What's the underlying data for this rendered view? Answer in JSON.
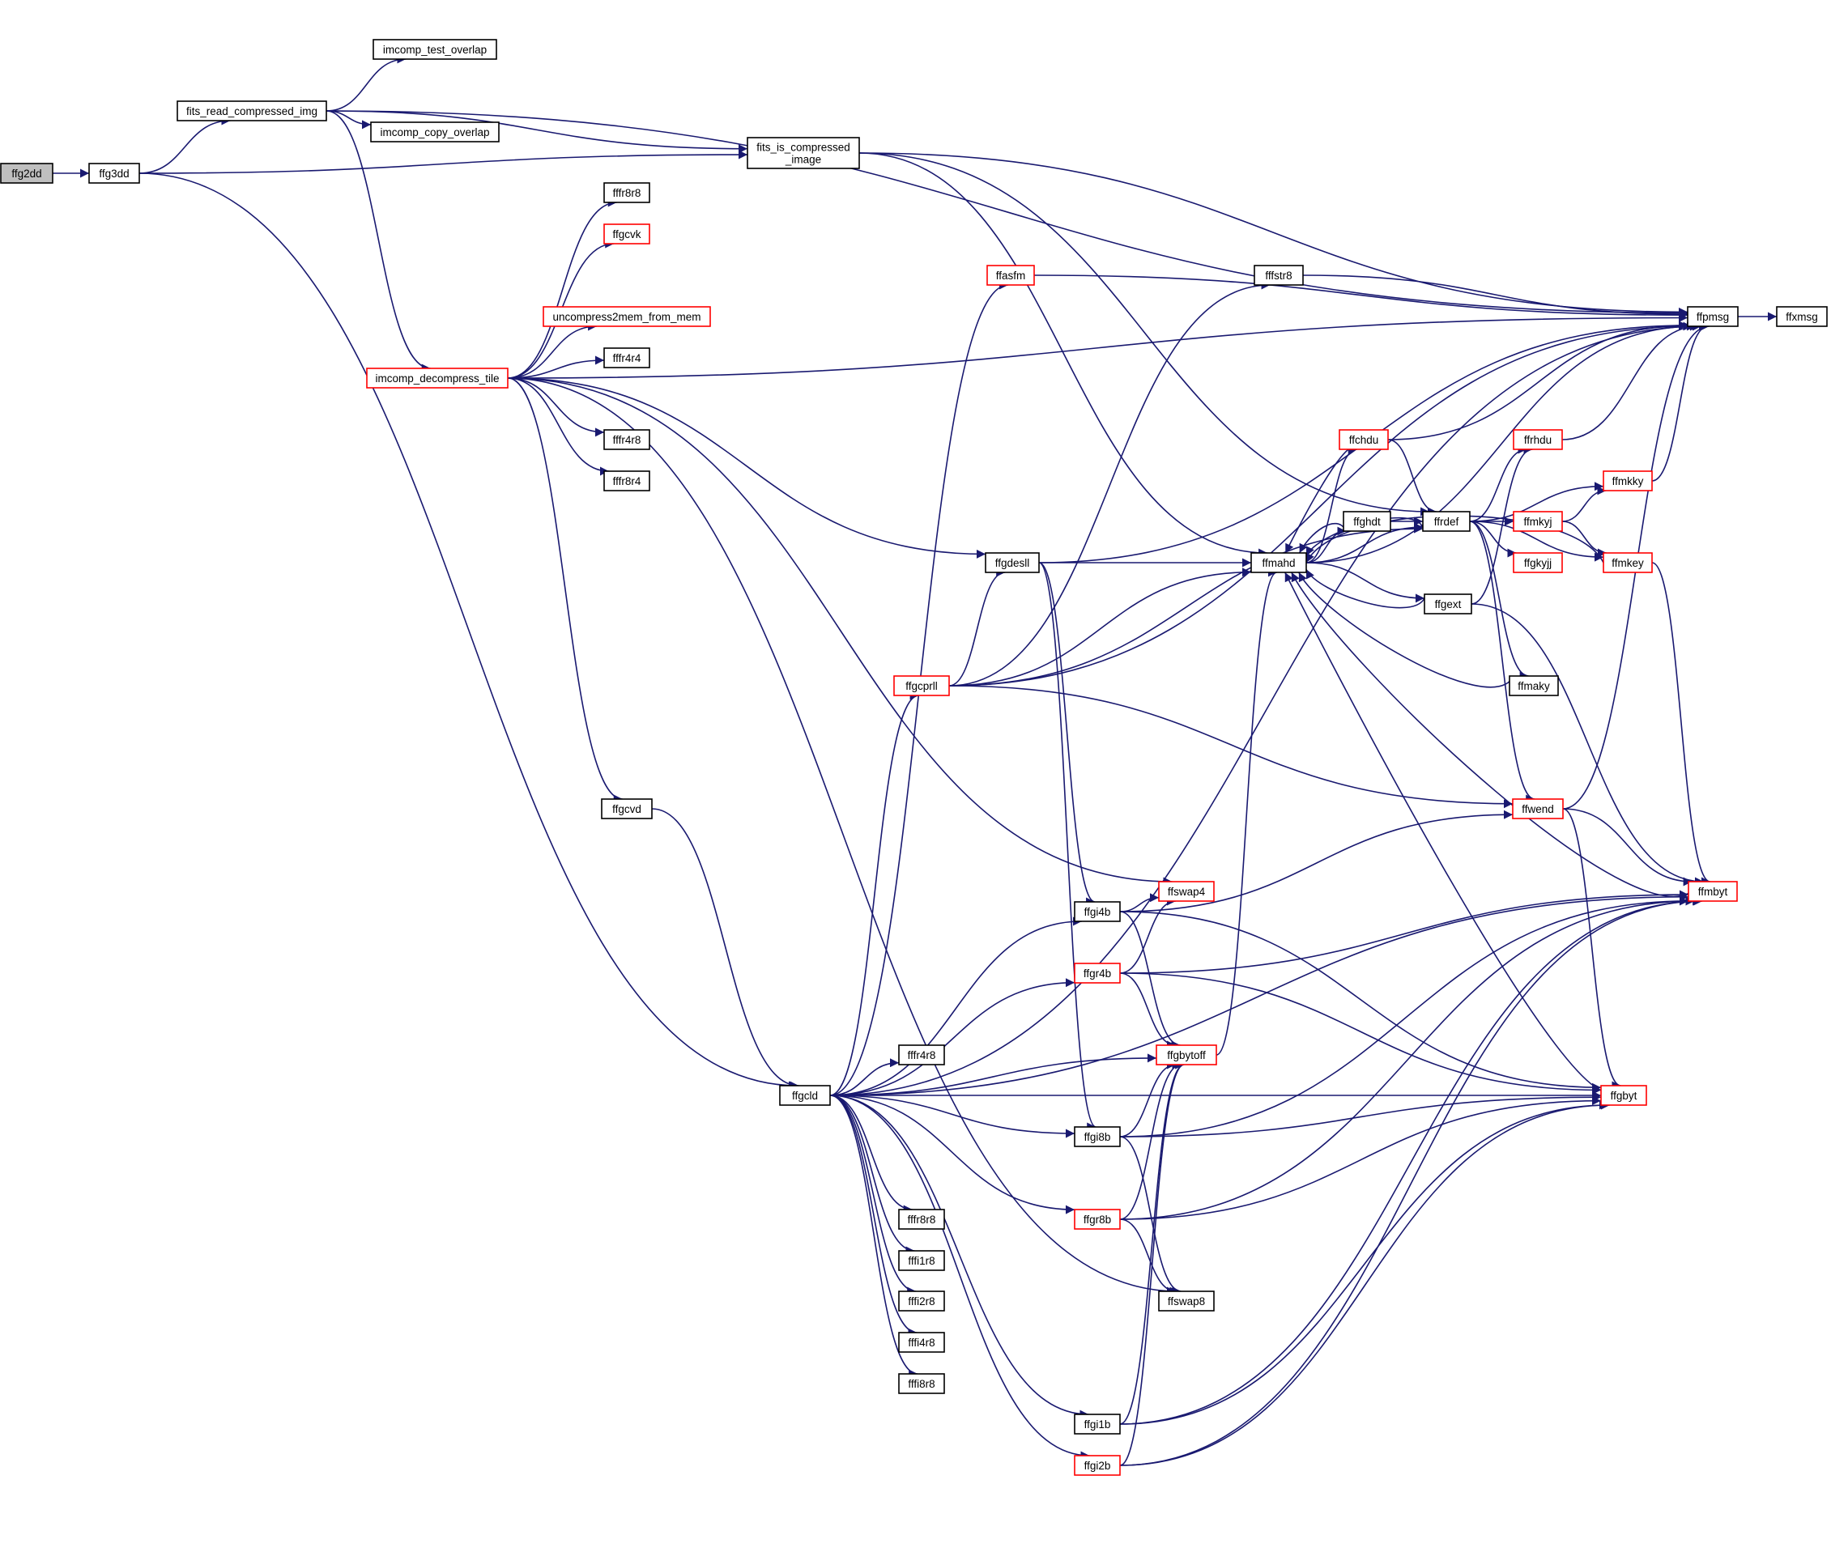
{
  "colors": {
    "edge": "#191970",
    "node_border": "#000000",
    "node_border_truncated": "#ff0000",
    "node_fill": "#ffffff",
    "root_fill": "#bfbfbf"
  },
  "nodes": [
    {
      "id": "ffg2dd",
      "label": "ffg2dd",
      "style": "root"
    },
    {
      "id": "ffg3dd",
      "label": "ffg3dd",
      "style": "normal"
    },
    {
      "id": "fits_read_compressed_img",
      "label": "fits_read_compressed_img",
      "style": "normal"
    },
    {
      "id": "imcomp_test_overlap",
      "label": "imcomp_test_overlap",
      "style": "normal"
    },
    {
      "id": "imcomp_copy_overlap",
      "label": "imcomp_copy_overlap",
      "style": "normal"
    },
    {
      "id": "fits_is_compressed_image",
      "label": "fits_is_compressed\n_image",
      "style": "normal"
    },
    {
      "id": "fffr8r8_a",
      "label": "fffr8r8",
      "style": "normal"
    },
    {
      "id": "ffgcvk",
      "label": "ffgcvk",
      "style": "truncated"
    },
    {
      "id": "uncompress2mem_from_mem",
      "label": "uncompress2mem_from_mem",
      "style": "truncated"
    },
    {
      "id": "imcomp_decompress_tile",
      "label": "imcomp_decompress_tile",
      "style": "truncated"
    },
    {
      "id": "fffr4r4",
      "label": "fffr4r4",
      "style": "normal"
    },
    {
      "id": "fffr4r8_a",
      "label": "fffr4r8",
      "style": "normal"
    },
    {
      "id": "fffr8r4",
      "label": "fffr8r4",
      "style": "normal"
    },
    {
      "id": "ffgcvd",
      "label": "ffgcvd",
      "style": "normal"
    },
    {
      "id": "ffgcld",
      "label": "ffgcld",
      "style": "normal"
    },
    {
      "id": "ffasfm",
      "label": "ffasfm",
      "style": "truncated"
    },
    {
      "id": "fffstr8",
      "label": "fffstr8",
      "style": "normal"
    },
    {
      "id": "ffpmsg",
      "label": "ffpmsg",
      "style": "normal"
    },
    {
      "id": "ffxmsg",
      "label": "ffxmsg",
      "style": "normal"
    },
    {
      "id": "ffgdesll",
      "label": "ffgdesll",
      "style": "normal"
    },
    {
      "id": "ffcprll",
      "label": "ffgcprll",
      "style": "truncated"
    },
    {
      "id": "ffmahd",
      "label": "ffmahd",
      "style": "normal"
    },
    {
      "id": "ffchdu",
      "label": "ffchdu",
      "style": "truncated"
    },
    {
      "id": "ffghdt",
      "label": "ffghdt",
      "style": "normal"
    },
    {
      "id": "ffrdef",
      "label": "ffrdef",
      "style": "normal"
    },
    {
      "id": "ffrhdu",
      "label": "ffrhdu",
      "style": "truncated"
    },
    {
      "id": "ffmkky",
      "label": "ffmkky",
      "style": "truncated"
    },
    {
      "id": "ffmkyj",
      "label": "ffmkyj",
      "style": "truncated"
    },
    {
      "id": "ffgkyjj",
      "label": "ffgkyjj",
      "style": "truncated"
    },
    {
      "id": "ffmkey",
      "label": "ffmkey",
      "style": "truncated"
    },
    {
      "id": "ffgext",
      "label": "ffgext",
      "style": "normal"
    },
    {
      "id": "ffmaky",
      "label": "ffmaky",
      "style": "normal"
    },
    {
      "id": "ffwend",
      "label": "ffwend",
      "style": "truncated"
    },
    {
      "id": "ffmbyt",
      "label": "ffmbyt",
      "style": "truncated"
    },
    {
      "id": "ffgi4b",
      "label": "ffgi4b",
      "style": "normal"
    },
    {
      "id": "ffswap4",
      "label": "ffswap4",
      "style": "truncated"
    },
    {
      "id": "ffgr4b",
      "label": "ffgr4b",
      "style": "truncated"
    },
    {
      "id": "ffgbytoff",
      "label": "ffgbytoff",
      "style": "truncated"
    },
    {
      "id": "fffr4r8_b",
      "label": "fffr4r8",
      "style": "normal"
    },
    {
      "id": "ffgbyt",
      "label": "ffgbyt",
      "style": "truncated"
    },
    {
      "id": "ffgi8b",
      "label": "ffgi8b",
      "style": "normal"
    },
    {
      "id": "fffr8r8_b",
      "label": "fffr8r8",
      "style": "normal"
    },
    {
      "id": "ffgr8b",
      "label": "ffgr8b",
      "style": "truncated"
    },
    {
      "id": "fffi1r8",
      "label": "fffi1r8",
      "style": "normal"
    },
    {
      "id": "fffi2r8",
      "label": "fffi2r8",
      "style": "normal"
    },
    {
      "id": "ffswap8",
      "label": "ffswap8",
      "style": "normal"
    },
    {
      "id": "fffi4r8",
      "label": "fffi4r8",
      "style": "normal"
    },
    {
      "id": "fffi8r8",
      "label": "fffi8r8",
      "style": "normal"
    },
    {
      "id": "ffgi1b",
      "label": "ffgi1b",
      "style": "normal"
    },
    {
      "id": "ffgi2b",
      "label": "ffgi2b",
      "style": "truncated"
    }
  ],
  "edges": [
    [
      "ffg2dd",
      "ffg3dd"
    ],
    [
      "ffg3dd",
      "fits_read_compressed_img"
    ],
    [
      "ffg3dd",
      "fits_is_compressed_image"
    ],
    [
      "ffg3dd",
      "ffgcld"
    ],
    [
      "fits_read_compressed_img",
      "imcomp_test_overlap"
    ],
    [
      "fits_read_compressed_img",
      "imcomp_copy_overlap"
    ],
    [
      "fits_read_compressed_img",
      "fits_is_compressed_image"
    ],
    [
      "fits_read_compressed_img",
      "imcomp_decompress_tile"
    ],
    [
      "fits_read_compressed_img",
      "ffpmsg"
    ],
    [
      "fits_is_compressed_image",
      "ffpmsg"
    ],
    [
      "fits_is_compressed_image",
      "ffrdef"
    ],
    [
      "fits_is_compressed_image",
      "ffmahd"
    ],
    [
      "imcomp_decompress_tile",
      "fffr8r8_a"
    ],
    [
      "imcomp_decompress_tile",
      "ffgcvk"
    ],
    [
      "imcomp_decompress_tile",
      "uncompress2mem_from_mem"
    ],
    [
      "imcomp_decompress_tile",
      "fffr4r4"
    ],
    [
      "imcomp_decompress_tile",
      "fffr4r8_a"
    ],
    [
      "imcomp_decompress_tile",
      "fffr8r4"
    ],
    [
      "imcomp_decompress_tile",
      "ffgcvd"
    ],
    [
      "imcomp_decompress_tile",
      "ffpmsg"
    ],
    [
      "imcomp_decompress_tile",
      "ffgdesll"
    ],
    [
      "imcomp_decompress_tile",
      "ffswap4"
    ],
    [
      "imcomp_decompress_tile",
      "ffswap8"
    ],
    [
      "ffgcvd",
      "ffgcld"
    ],
    [
      "ffgcld",
      "ffasfm"
    ],
    [
      "ffgcld",
      "ffpmsg"
    ],
    [
      "ffgcld",
      "ffcprll"
    ],
    [
      "ffgcld",
      "ffgi4b"
    ],
    [
      "ffgcld",
      "ffgr4b"
    ],
    [
      "ffgcld",
      "ffgbytoff"
    ],
    [
      "ffgcld",
      "fffr4r8_b"
    ],
    [
      "ffgcld",
      "ffgbyt"
    ],
    [
      "ffgcld",
      "ffgi8b"
    ],
    [
      "ffgcld",
      "ffgr8b"
    ],
    [
      "ffgcld",
      "fffr8r8_b"
    ],
    [
      "ffgcld",
      "fffi1r8"
    ],
    [
      "ffgcld",
      "fffi2r8"
    ],
    [
      "ffgcld",
      "fffi4r8"
    ],
    [
      "ffgcld",
      "fffi8r8"
    ],
    [
      "ffgcld",
      "ffgi1b"
    ],
    [
      "ffgcld",
      "ffgi2b"
    ],
    [
      "ffgcld",
      "ffmbyt"
    ],
    [
      "ffasfm",
      "ffpmsg"
    ],
    [
      "fffstr8",
      "ffpmsg"
    ],
    [
      "ffpmsg",
      "ffxmsg"
    ],
    [
      "ffgdesll",
      "ffpmsg"
    ],
    [
      "ffgdesll",
      "ffmahd"
    ],
    [
      "ffgdesll",
      "ffgi4b"
    ],
    [
      "ffgdesll",
      "ffgi8b"
    ],
    [
      "ffcprll",
      "fffstr8"
    ],
    [
      "ffcprll",
      "ffpmsg"
    ],
    [
      "ffcprll",
      "ffgdesll"
    ],
    [
      "ffcprll",
      "ffmahd"
    ],
    [
      "ffcprll",
      "ffrdef"
    ],
    [
      "ffcprll",
      "ffwend"
    ],
    [
      "ffmahd",
      "ffchdu"
    ],
    [
      "ffmahd",
      "ffghdt"
    ],
    [
      "ffmahd",
      "ffrdef"
    ],
    [
      "ffmahd",
      "ffgext"
    ],
    [
      "ffmahd",
      "ffpmsg"
    ],
    [
      "ffchdu",
      "ffmahd"
    ],
    [
      "ffchdu",
      "ffrdef"
    ],
    [
      "ffchdu",
      "ffpmsg"
    ],
    [
      "ffghdt",
      "ffmahd"
    ],
    [
      "ffghdt",
      "ffrdef"
    ],
    [
      "ffrdef",
      "ffmahd"
    ],
    [
      "ffrdef",
      "ffrhdu"
    ],
    [
      "ffrdef",
      "ffmkky"
    ],
    [
      "ffrdef",
      "ffmkyj"
    ],
    [
      "ffrdef",
      "ffgkyjj"
    ],
    [
      "ffrdef",
      "ffmkey"
    ],
    [
      "ffrdef",
      "ffmaky"
    ],
    [
      "ffrdef",
      "ffwend"
    ],
    [
      "ffrhdu",
      "ffpmsg"
    ],
    [
      "ffmkky",
      "ffpmsg"
    ],
    [
      "ffmkyj",
      "ffmkky"
    ],
    [
      "ffmkyj",
      "ffmkey"
    ],
    [
      "ffmkey",
      "ffmahd"
    ],
    [
      "ffmkey",
      "ffmbyt"
    ],
    [
      "ffgext",
      "ffmahd"
    ],
    [
      "ffgext",
      "ffrhdu"
    ],
    [
      "ffgext",
      "ffmbyt"
    ],
    [
      "ffmaky",
      "ffmahd"
    ],
    [
      "ffwend",
      "ffpmsg"
    ],
    [
      "ffwend",
      "ffmbyt"
    ],
    [
      "ffwend",
      "ffgbyt"
    ],
    [
      "ffmbyt",
      "ffmahd"
    ],
    [
      "ffgi4b",
      "ffswap4"
    ],
    [
      "ffgi4b",
      "ffwend"
    ],
    [
      "ffgi4b",
      "ffgbytoff"
    ],
    [
      "ffgi4b",
      "ffgbyt"
    ],
    [
      "ffgr4b",
      "ffswap4"
    ],
    [
      "ffgr4b",
      "ffmbyt"
    ],
    [
      "ffgr4b",
      "ffgbytoff"
    ],
    [
      "ffgr4b",
      "ffgbyt"
    ],
    [
      "ffgbytoff",
      "ffmahd"
    ],
    [
      "ffgbyt",
      "ffmahd"
    ],
    [
      "ffgi8b",
      "ffgbytoff"
    ],
    [
      "ffgi8b",
      "ffgbyt"
    ],
    [
      "ffgi8b",
      "ffmbyt"
    ],
    [
      "ffgi8b",
      "ffswap8"
    ],
    [
      "ffgr8b",
      "ffgbytoff"
    ],
    [
      "ffgr8b",
      "ffgbyt"
    ],
    [
      "ffgr8b",
      "ffmbyt"
    ],
    [
      "ffgr8b",
      "ffswap8"
    ],
    [
      "ffgi1b",
      "ffgbytoff"
    ],
    [
      "ffgi1b",
      "ffgbyt"
    ],
    [
      "ffgi1b",
      "ffmbyt"
    ],
    [
      "ffgi2b",
      "ffgbytoff"
    ],
    [
      "ffgi2b",
      "ffgbyt"
    ],
    [
      "ffgi2b",
      "ffmbyt"
    ]
  ]
}
